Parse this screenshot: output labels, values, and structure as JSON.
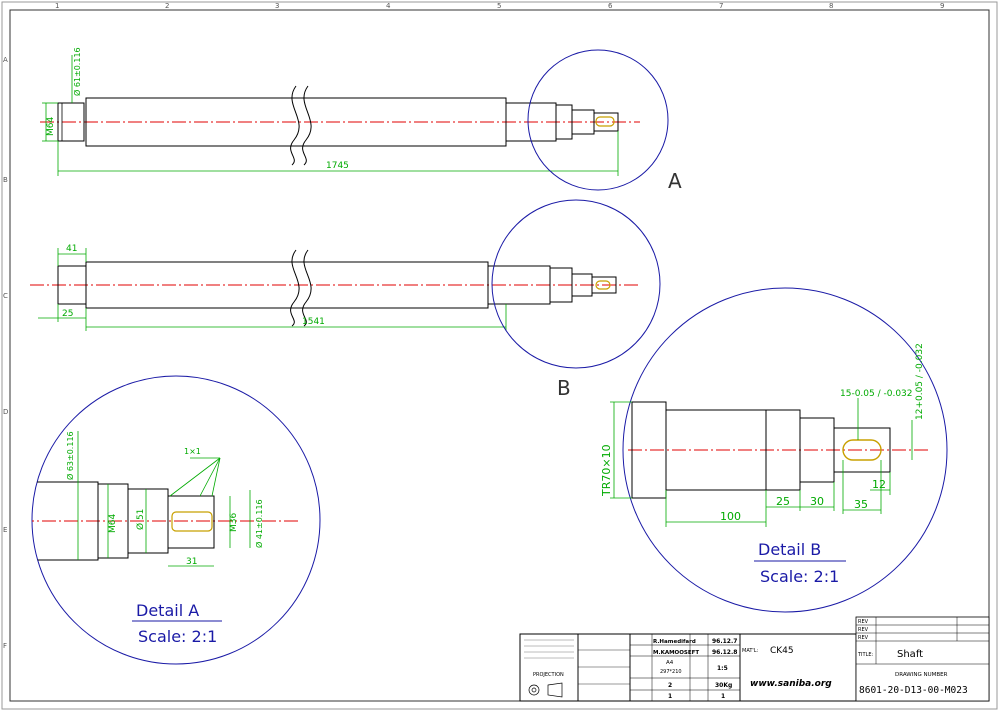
{
  "border": {
    "col_labels": [
      "1",
      "2",
      "3",
      "4",
      "5",
      "6",
      "7",
      "8",
      "9"
    ],
    "row_labels": [
      "A",
      "B",
      "C",
      "D",
      "E",
      "F"
    ]
  },
  "view1": {
    "thread_label": "M64",
    "dia_label": "Ø 61±0.116",
    "length_label": "1745",
    "detail_letter": "A"
  },
  "view2": {
    "start_label": "41",
    "step_label": "25",
    "length_label": "1541",
    "detail_letter": "B"
  },
  "detailA": {
    "title": "Detail A",
    "scale": "Scale: 2:1",
    "dia1": "Ø 63±0.116",
    "thread": "M64",
    "dia2": "Ø 51",
    "chamfer": "1×1",
    "thread2": "M36",
    "dia3": "Ø 41±0.116",
    "len": "31"
  },
  "detailB": {
    "title": "Detail B",
    "scale": "Scale: 2:1",
    "thread": "TR70×10",
    "tol1": "15-0.05 / -0.032",
    "tol2": "12+0.05 / -0.032",
    "len100": "100",
    "len25": "25",
    "len30": "30",
    "len35": "35",
    "len12": "12"
  },
  "title_block": {
    "material_label": "MAT'L:",
    "material": "CK45",
    "title_label": "TITLE:",
    "title": "Shaft",
    "drawing_number_label": "DRAWING NUMBER",
    "drawing_number": "8601-20-D13-00-M023",
    "website": "www.saniba.org",
    "drawn_by": "R.Hamedifard",
    "checked_by": "M.KAMOOSEFT",
    "date1": "96.12.7",
    "date2": "96.12.8",
    "scale": "1:5",
    "paper": "A4",
    "paper_size": "297*210",
    "qty": "2",
    "weight": "30Kg",
    "sheet": "1",
    "rev_labels": [
      "REV",
      "REV",
      "REV"
    ],
    "projection": "PROJECTION"
  },
  "colors": {
    "outline": "#000000",
    "center": "#e00000",
    "dim": "#00aa00",
    "detail": "#1a1aa6",
    "hidden": "#c8a000"
  }
}
